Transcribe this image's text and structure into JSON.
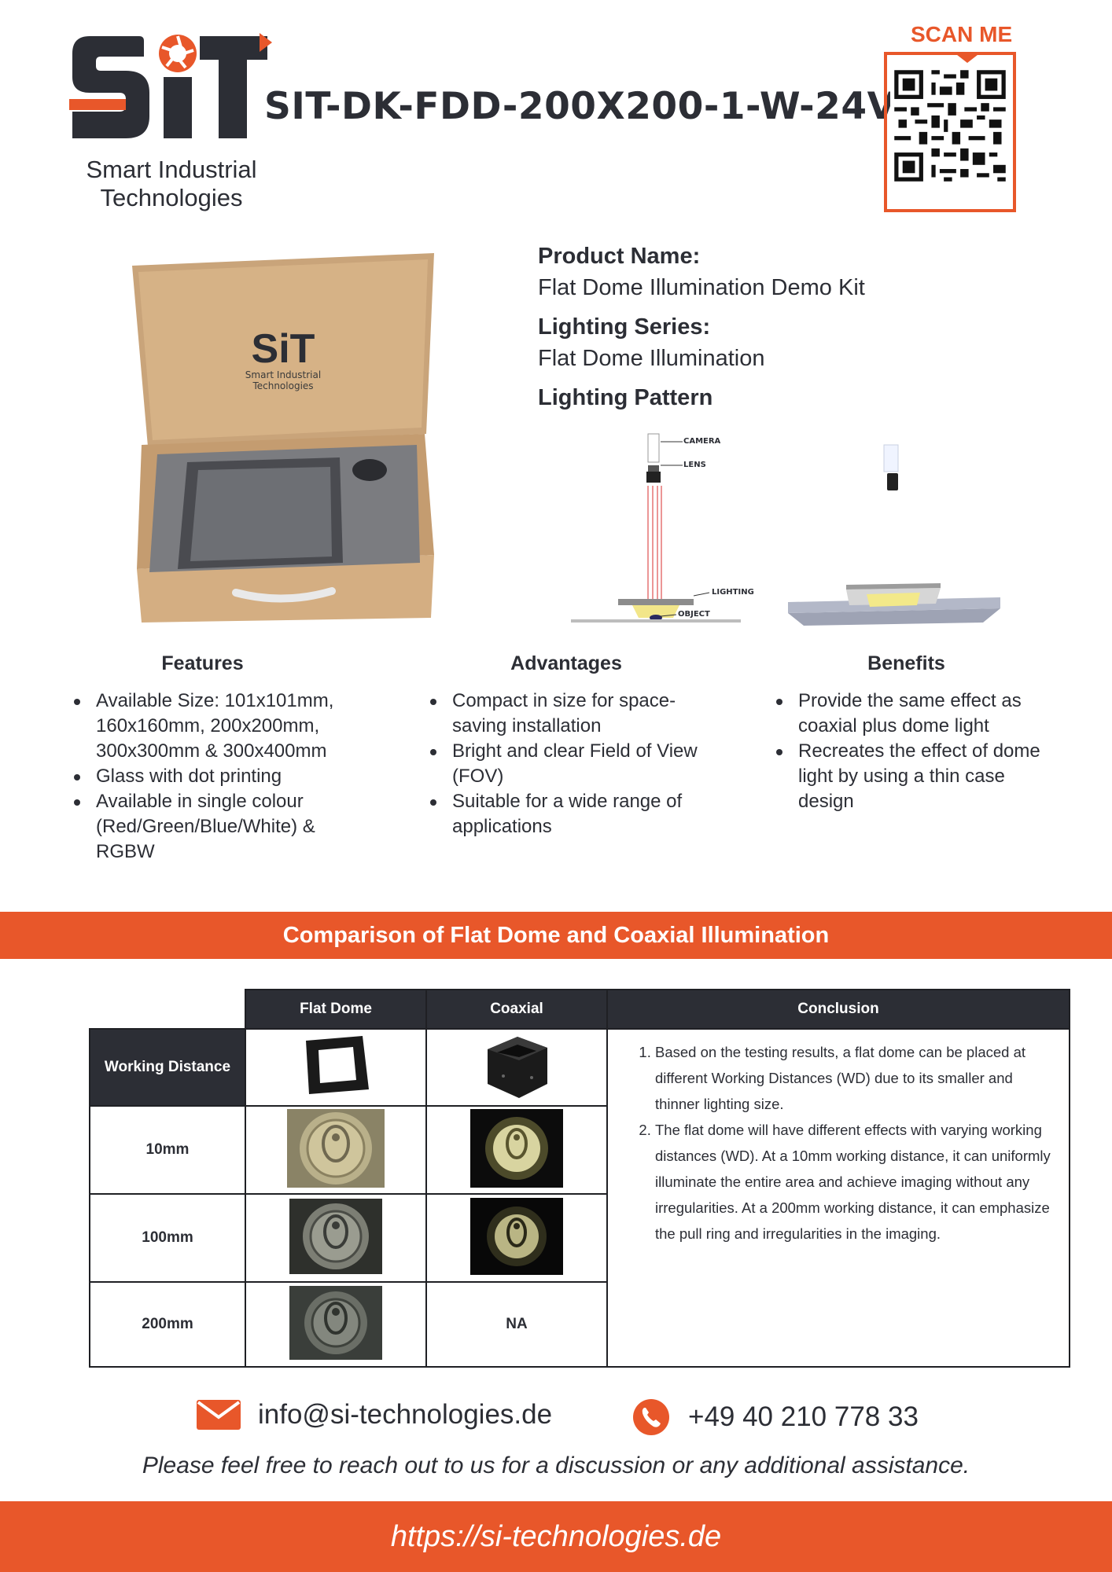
{
  "brand": {
    "logo_text": "SiT",
    "tagline_line1": "Smart Industrial",
    "tagline_line2": "Technologies",
    "accent": "#e8572a",
    "dark": "#2c2e35"
  },
  "product_code": "SIT-DK-FDD-200X200-1-W-24V",
  "qr": {
    "label": "SCAN ME",
    "icon": "qr-code"
  },
  "box": {
    "logo_text": "SiT",
    "tagline_line1": "Smart Industrial",
    "tagline_line2": "Technologies"
  },
  "specs": {
    "name_label": "Product Name:",
    "name_value": "Flat Dome Illumination Demo Kit",
    "series_label": "Lighting Series:",
    "series_value": "Flat Dome Illumination",
    "pattern_label": "Lighting Pattern"
  },
  "diagram": {
    "camera": "CAMERA",
    "lens": "LENS",
    "lighting": "LIGHTING",
    "object": "OBJECT"
  },
  "features": {
    "title": "Features",
    "items": [
      "Available Size: 101x101mm, 160x160mm, 200x200mm, 300x300mm & 300x400mm",
      "Glass with dot printing",
      "Available in single colour (Red/Green/Blue/White) & RGBW"
    ]
  },
  "advantages": {
    "title": "Advantages",
    "items": [
      "Compact in size for space-saving installation",
      "Bright and clear Field of View (FOV)",
      "Suitable for a wide range of applications"
    ]
  },
  "benefits": {
    "title": "Benefits",
    "items": [
      "Provide the same effect as coaxial plus dome light",
      "Recreates the effect of dome light by using a thin case design"
    ]
  },
  "comparison": {
    "title": "Comparison of Flat Dome and Coaxial Illumination",
    "headers": [
      "Flat Dome",
      "Coaxial",
      "Conclusion"
    ],
    "rows": [
      "Working Distance",
      "10mm",
      "100mm",
      "200mm"
    ],
    "na": "NA",
    "conclusion": [
      "Based on the testing results, a flat dome can be placed at different Working Distances (WD) due to its smaller and thinner lighting size.",
      "The flat dome will have different effects with varying working distances (WD). At a 10mm working distance, it can uniformly illuminate the entire area and achieve imaging without any irregularities. At a 200mm working distance, it can emphasize the pull ring and irregularities in the imaging."
    ]
  },
  "contact": {
    "email": "info@si-technologies.de",
    "phone": "+49 40 210 778 33",
    "email_icon": "envelope",
    "phone_icon": "phone",
    "note": "Please feel free to reach out to us for a discussion or any additional assistance."
  },
  "footer": {
    "url": "https://si-technologies.de"
  }
}
